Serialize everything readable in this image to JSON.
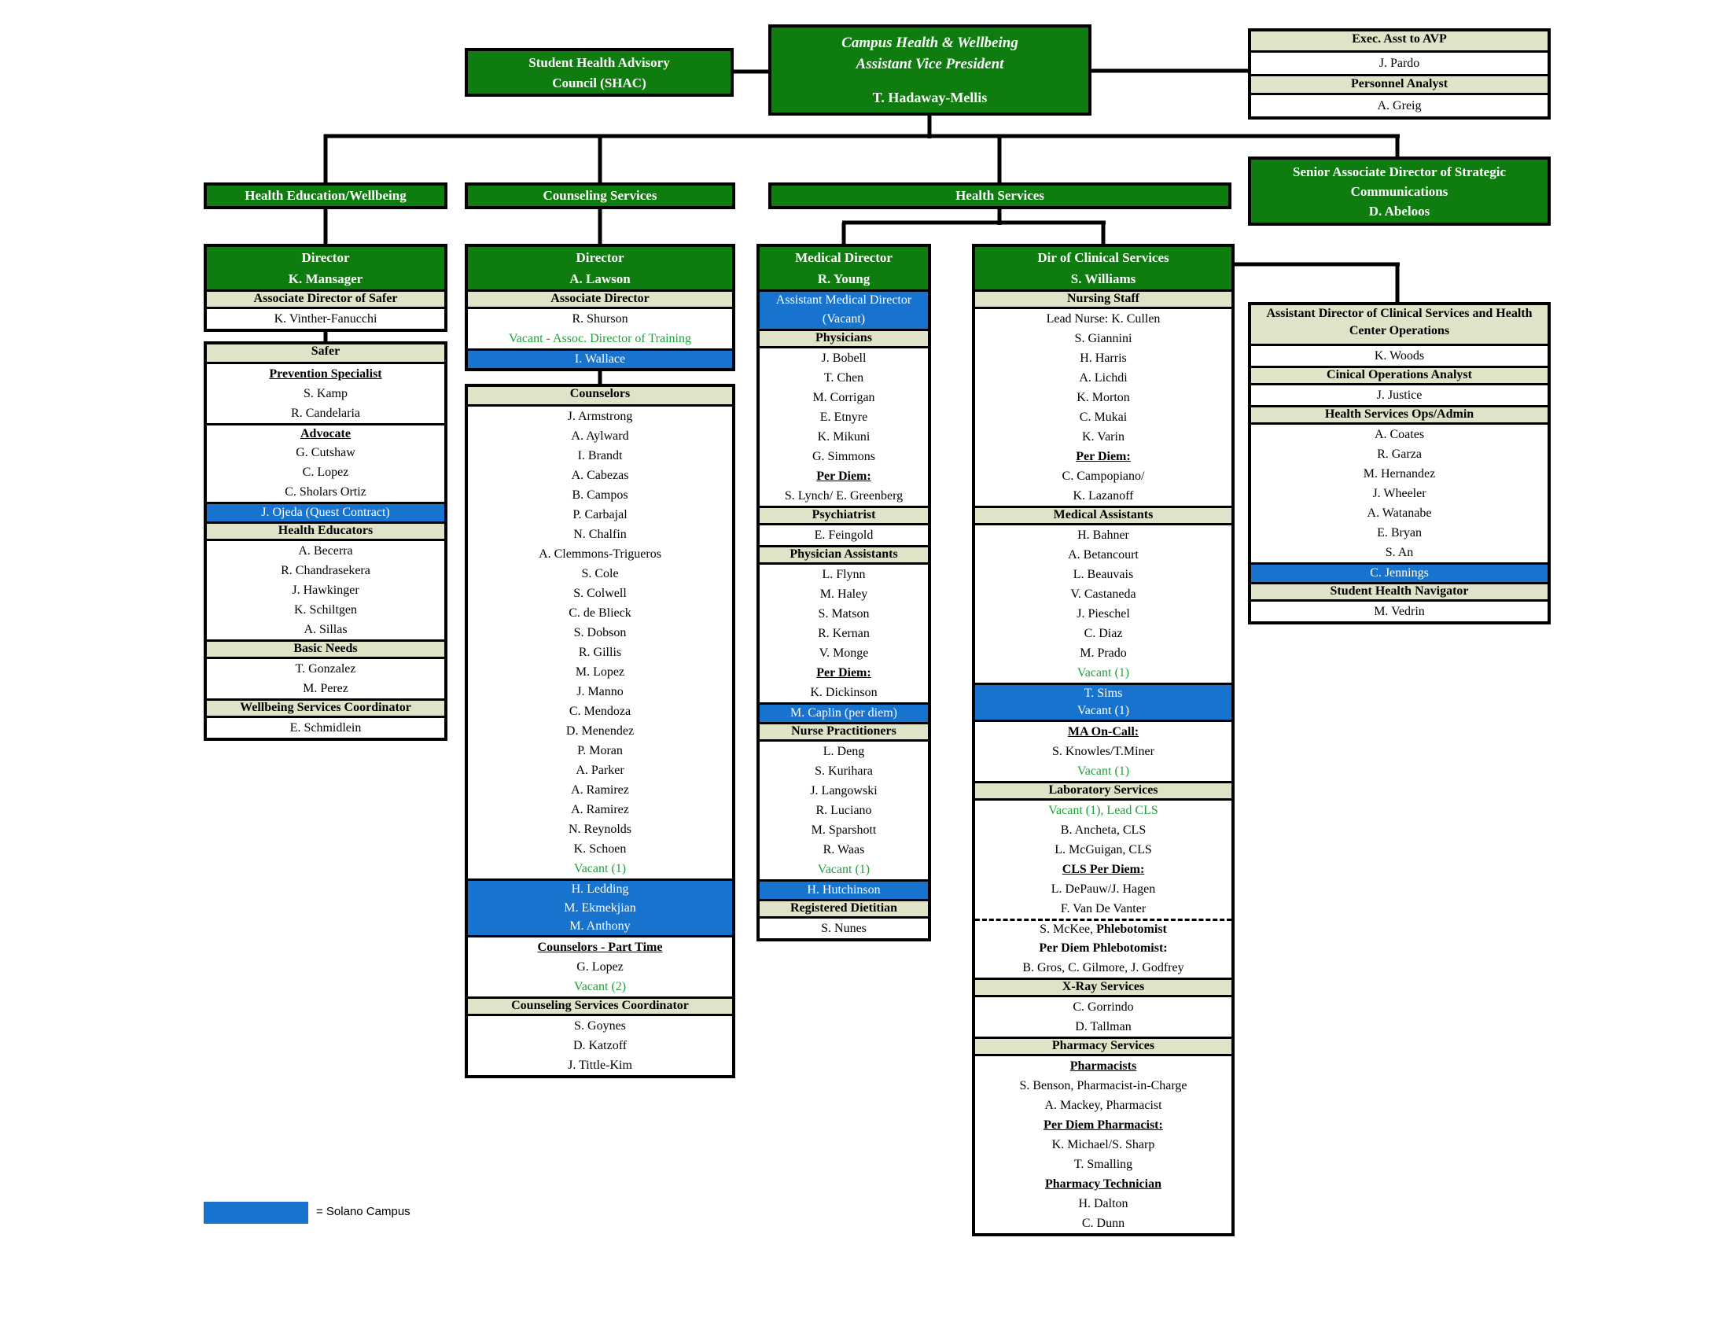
{
  "colors": {
    "green": "#0e7c0e",
    "olive": "#dfe4c8",
    "blue": "#1773cd",
    "vacant": "#21a03c"
  },
  "shac": {
    "line1": "Student Health Advisory",
    "line2": "Council (SHAC)"
  },
  "avp": {
    "org": "Campus Health & Wellbeing",
    "title": "Assistant Vice President",
    "name": "T. Hadaway-Mellis"
  },
  "exec_stack": [
    {
      "text": "Exec. Asst to AVP",
      "style": "olive"
    },
    {
      "text": "J. Pardo",
      "style": "plain"
    },
    {
      "text": "Personnel Analyst",
      "style": "olive"
    },
    {
      "text": "A. Greig",
      "style": "plain"
    }
  ],
  "branch_headers": {
    "health_ed": "Health Education/Wellbeing",
    "counseling": "Counseling Services",
    "health_services": "Health Services"
  },
  "strategic_comms": {
    "title": "Senior Associate Director of Strategic Communications",
    "name": "D. Abeloos"
  },
  "health_ed": {
    "director_rows": [
      {
        "text": "Director",
        "style": "green"
      },
      {
        "text": "K. Mansager",
        "style": "green"
      },
      {
        "text": "Associate Director of Safer",
        "style": "olive"
      },
      {
        "text": "K. Vinther-Fanucchi",
        "style": "plain"
      }
    ],
    "staff_rows": [
      {
        "text": "Safer",
        "style": "olive"
      },
      {
        "text": "Prevention Specialist",
        "style": "bu"
      },
      {
        "text": "S. Kamp",
        "style": "plain"
      },
      {
        "text": "R. Candelaria",
        "style": "plain"
      },
      {
        "text": "Advocate",
        "style": "bu thick-top"
      },
      {
        "text": "G. Cutshaw",
        "style": "plain"
      },
      {
        "text": "C. Lopez",
        "style": "plain"
      },
      {
        "text": "C. Sholars Ortiz",
        "style": "plain"
      },
      {
        "text": "J. Ojeda (Quest Contract)",
        "style": "blue-top"
      },
      {
        "text": "Health Educators",
        "style": "olive"
      },
      {
        "text": "A. Becerra",
        "style": "plain"
      },
      {
        "text": "R. Chandrasekera",
        "style": "plain"
      },
      {
        "text": "J. Hawkinger",
        "style": "plain"
      },
      {
        "text": "K. Schiltgen",
        "style": "plain"
      },
      {
        "text": "A. Sillas",
        "style": "plain"
      },
      {
        "text": "Basic Needs",
        "style": "olive"
      },
      {
        "text": "T. Gonzalez",
        "style": "plain"
      },
      {
        "text": "M. Perez",
        "style": "plain"
      },
      {
        "text": "Wellbeing Services Coordinator",
        "style": "olive"
      },
      {
        "text": "E. Schmidlein",
        "style": "plain"
      }
    ]
  },
  "counseling": {
    "director_rows": [
      {
        "text": "Director",
        "style": "green"
      },
      {
        "text": "A. Lawson",
        "style": "green"
      },
      {
        "text": "Associate Director",
        "style": "olive"
      },
      {
        "text": "R. Shurson",
        "style": "plain"
      },
      {
        "text": "Vacant - Assoc. Director of Training",
        "style": "vacant"
      },
      {
        "text": "I. Wallace",
        "style": "blue-top"
      }
    ],
    "staff_rows": [
      {
        "text": "Counselors",
        "style": "olive"
      },
      {
        "text": "J. Armstrong",
        "style": "plain"
      },
      {
        "text": "A. Aylward",
        "style": "plain"
      },
      {
        "text": "I. Brandt",
        "style": "plain"
      },
      {
        "text": "A. Cabezas",
        "style": "plain"
      },
      {
        "text": "B. Campos",
        "style": "plain"
      },
      {
        "text": "P. Carbajal",
        "style": "plain"
      },
      {
        "text": "N. Chalfin",
        "style": "plain"
      },
      {
        "text": "A. Clemmons-Trigueros",
        "style": "plain"
      },
      {
        "text": "S. Cole",
        "style": "plain"
      },
      {
        "text": "S. Colwell",
        "style": "plain"
      },
      {
        "text": "C. de Blieck",
        "style": "plain"
      },
      {
        "text": "S. Dobson",
        "style": "plain"
      },
      {
        "text": "R. Gillis",
        "style": "plain"
      },
      {
        "text": "M. Lopez",
        "style": "plain"
      },
      {
        "text": "J. Manno",
        "style": "plain"
      },
      {
        "text": "C. Mendoza",
        "style": "plain"
      },
      {
        "text": "D. Menendez",
        "style": "plain"
      },
      {
        "text": "P. Moran",
        "style": "plain"
      },
      {
        "text": "A. Parker",
        "style": "plain"
      },
      {
        "text": "A. Ramirez",
        "style": "plain"
      },
      {
        "text": "A. Ramirez",
        "style": "plain"
      },
      {
        "text": "N. Reynolds",
        "style": "plain"
      },
      {
        "text": "K. Schoen",
        "style": "plain"
      },
      {
        "text": "Vacant (1)",
        "style": "vacant"
      },
      {
        "text": "H. Ledding",
        "style": "blue-top"
      },
      {
        "text": "M. Ekmekjian",
        "style": "blue"
      },
      {
        "text": "M. Anthony",
        "style": "blue-bot"
      },
      {
        "text": "Counselors - Part Time",
        "style": "bu"
      },
      {
        "text": "G. Lopez",
        "style": "plain"
      },
      {
        "text": "Vacant (2)",
        "style": "vacant"
      },
      {
        "text": "Counseling Services Coordinator",
        "style": "olive"
      },
      {
        "text": "S. Goynes",
        "style": "plain"
      },
      {
        "text": "D. Katzoff",
        "style": "plain"
      },
      {
        "text": "J. Tittle-Kim",
        "style": "plain"
      }
    ]
  },
  "health_services": {
    "medical_rows": [
      {
        "text": "Medical Director",
        "style": "green"
      },
      {
        "text": "R. Young",
        "style": "green"
      },
      {
        "text": "Assistant Medical Director",
        "style": "blue-top"
      },
      {
        "text": "(Vacant)",
        "style": "blue"
      },
      {
        "text": "Physicians",
        "style": "olive"
      },
      {
        "text": "J. Bobell",
        "style": "plain"
      },
      {
        "text": "T. Chen",
        "style": "plain"
      },
      {
        "text": "M. Corrigan",
        "style": "plain"
      },
      {
        "text": "E. Etnyre",
        "style": "plain"
      },
      {
        "text": "K. Mikuni",
        "style": "plain"
      },
      {
        "text": "G. Simmons",
        "style": "plain"
      },
      {
        "text": "Per Diem:",
        "style": "bu"
      },
      {
        "text": "S. Lynch/ E. Greenberg",
        "style": "plain"
      },
      {
        "text": "Psychiatrist",
        "style": "olive"
      },
      {
        "text": "E. Feingold",
        "style": "plain"
      },
      {
        "text": "Physician Assistants",
        "style": "olive"
      },
      {
        "text": "L. Flynn",
        "style": "plain"
      },
      {
        "text": "M. Haley",
        "style": "plain"
      },
      {
        "text": "S. Matson",
        "style": "plain"
      },
      {
        "text": "R. Kernan",
        "style": "plain"
      },
      {
        "text": "V. Monge",
        "style": "plain"
      },
      {
        "text": "Per Diem:",
        "style": "bu"
      },
      {
        "text": "K. Dickinson",
        "style": "plain"
      },
      {
        "text": "M. Caplin (per diem)",
        "style": "blue-top"
      },
      {
        "text": "Nurse Practitioners",
        "style": "olive"
      },
      {
        "text": "L. Deng",
        "style": "plain"
      },
      {
        "text": "S. Kurihara",
        "style": "plain"
      },
      {
        "text": "J. Langowski",
        "style": "plain"
      },
      {
        "text": "R. Luciano",
        "style": "plain"
      },
      {
        "text": "M. Sparshott",
        "style": "plain"
      },
      {
        "text": "R. Waas",
        "style": "plain"
      },
      {
        "text": "Vacant (1)",
        "style": "vacant"
      },
      {
        "text": "H. Hutchinson",
        "style": "blue-top"
      },
      {
        "text": "Registered Dietitian",
        "style": "olive"
      },
      {
        "text": "S. Nunes",
        "style": "plain"
      }
    ],
    "clinical_rows": [
      {
        "text": "Dir of Clinical Services",
        "style": "green"
      },
      {
        "text": "S. Williams",
        "style": "green"
      },
      {
        "text": "Nursing Staff",
        "style": "olive"
      },
      {
        "text": "Lead Nurse: K. Cullen",
        "style": "plain"
      },
      {
        "text": "S. Giannini",
        "style": "plain"
      },
      {
        "text": "H. Harris",
        "style": "plain"
      },
      {
        "text": "A. Lichdi",
        "style": "plain"
      },
      {
        "text": "K. Morton",
        "style": "plain"
      },
      {
        "text": "C. Mukai",
        "style": "plain"
      },
      {
        "text": "K. Varin",
        "style": "plain"
      },
      {
        "text": "Per Diem:",
        "style": "bu"
      },
      {
        "text": "C. Campopiano/",
        "style": "plain"
      },
      {
        "text": "K. Lazanoff",
        "style": "plain"
      },
      {
        "text": "Medical Assistants",
        "style": "olive"
      },
      {
        "text": "H. Bahner",
        "style": "plain"
      },
      {
        "text": "A. Betancourt",
        "style": "plain"
      },
      {
        "text": "L. Beauvais",
        "style": "plain"
      },
      {
        "text": "V. Castaneda",
        "style": "plain"
      },
      {
        "text": "J. Pieschel",
        "style": "plain"
      },
      {
        "text": "C. Diaz",
        "style": "plain"
      },
      {
        "text": "M. Prado",
        "style": "plain"
      },
      {
        "text": "Vacant (1)",
        "style": "vacant"
      },
      {
        "text": "T. Sims",
        "style": "blue-top"
      },
      {
        "text": "Vacant (1)",
        "style": "blue-bot"
      },
      {
        "text": "MA On-Call:",
        "style": "bu"
      },
      {
        "text": "S. Knowles/T.Miner",
        "style": "plain"
      },
      {
        "text": "Vacant (1)",
        "style": "vacant"
      },
      {
        "text": "Laboratory Services",
        "style": "olive"
      },
      {
        "text": "Vacant (1), Lead CLS",
        "style": "vacant"
      },
      {
        "text": "B. Ancheta, CLS",
        "style": "plain"
      },
      {
        "text": "L. McGuigan, CLS",
        "style": "plain"
      },
      {
        "text": "CLS Per Diem:",
        "style": "bu"
      },
      {
        "text": "L. DePauw/J. Hagen",
        "style": "plain"
      },
      {
        "text": "F. Van De Vanter",
        "style": "plain"
      },
      {
        "text": "S. McKee, ",
        "text2": "Phlebotomist",
        "style": "dashed-top"
      },
      {
        "text": "Per Diem Phlebotomist:",
        "style": "b"
      },
      {
        "text": "B. Gros, C. Gilmore, J. Godfrey",
        "style": "plain"
      },
      {
        "text": "X-Ray Services",
        "style": "olive"
      },
      {
        "text": "C. Gorrindo",
        "style": "plain"
      },
      {
        "text": "D. Tallman",
        "style": "plain"
      },
      {
        "text": "Pharmacy Services",
        "style": "olive"
      },
      {
        "text": "Pharmacists",
        "style": "bu"
      },
      {
        "text": "S. Benson, Pharmacist-in-Charge",
        "style": "plain"
      },
      {
        "text": "A. Mackey, Pharmacist",
        "style": "plain"
      },
      {
        "text": "Per Diem Pharmacist:",
        "style": "bu"
      },
      {
        "text": "K. Michael/S. Sharp",
        "style": "plain"
      },
      {
        "text": "T. Smalling",
        "style": "plain"
      },
      {
        "text": "Pharmacy Technician",
        "style": "bu"
      },
      {
        "text": "H. Dalton",
        "style": "plain"
      },
      {
        "text": "C. Dunn",
        "style": "plain"
      }
    ],
    "ops_rows": [
      {
        "text": "Assistant Director of Clinical Services and Health Center Operations",
        "style": "olive olive-tall"
      },
      {
        "text": "K. Woods",
        "style": "plain"
      },
      {
        "text": "Cinical Operations Analyst",
        "style": "olive"
      },
      {
        "text": "J. Justice",
        "style": "plain"
      },
      {
        "text": "Health Services Ops/Admin",
        "style": "olive"
      },
      {
        "text": "A. Coates",
        "style": "plain"
      },
      {
        "text": "R. Garza",
        "style": "plain"
      },
      {
        "text": "M. Hernandez",
        "style": "plain"
      },
      {
        "text": "J. Wheeler",
        "style": "plain"
      },
      {
        "text": "A. Watanabe",
        "style": "plain"
      },
      {
        "text": "E. Bryan",
        "style": "plain"
      },
      {
        "text": "S. An",
        "style": "plain"
      },
      {
        "text": "C. Jennings",
        "style": "blue-top"
      },
      {
        "text": "Student Health Navigator",
        "style": "olive"
      },
      {
        "text": "M. Vedrin",
        "style": "plain"
      }
    ]
  },
  "legend": {
    "label": "= Solano Campus"
  }
}
